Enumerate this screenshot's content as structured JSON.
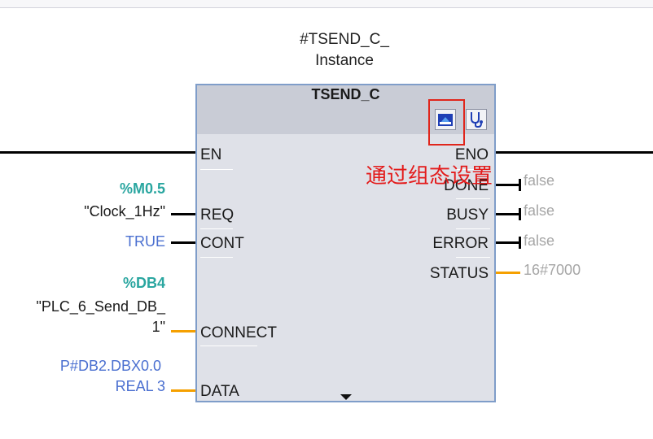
{
  "instance": {
    "line1": "#TSEND_C_",
    "line2": "Instance"
  },
  "block": {
    "title": "TSEND_C"
  },
  "inputs": {
    "en": "EN",
    "req": {
      "label": "REQ",
      "address": "%M0.5",
      "value": "\"Clock_1Hz\""
    },
    "cont": {
      "label": "CONT",
      "value": "TRUE"
    },
    "connect": {
      "label": "CONNECT",
      "address": "%DB4",
      "value_line1": "\"PLC_6_Send_DB_",
      "value_line2": "1\""
    },
    "data": {
      "label": "DATA",
      "value_line1": "P#DB2.DBX0.0",
      "value_line2": "REAL 3"
    }
  },
  "outputs": {
    "eno": "ENO",
    "done": {
      "label": "DONE",
      "value": "false"
    },
    "busy": {
      "label": "BUSY",
      "value": "false"
    },
    "error": {
      "label": "ERROR",
      "value": "false"
    },
    "status": {
      "label": "STATUS",
      "value": "16#7000"
    }
  },
  "annotation": {
    "text": "通过组态设置",
    "color": "#e31b1b"
  },
  "icons": {
    "config": "connection-config-icon",
    "diagnostics": "stethoscope-icon",
    "expand": "expand-arrow-icon"
  },
  "colors": {
    "block_border": "#7f9dc9",
    "block_fill": "#dfe1e8",
    "address": "#2aa6a0",
    "constant": "#4a6fd0",
    "pointer_wire": "#f5a000",
    "output_value": "#a6a6a6"
  }
}
